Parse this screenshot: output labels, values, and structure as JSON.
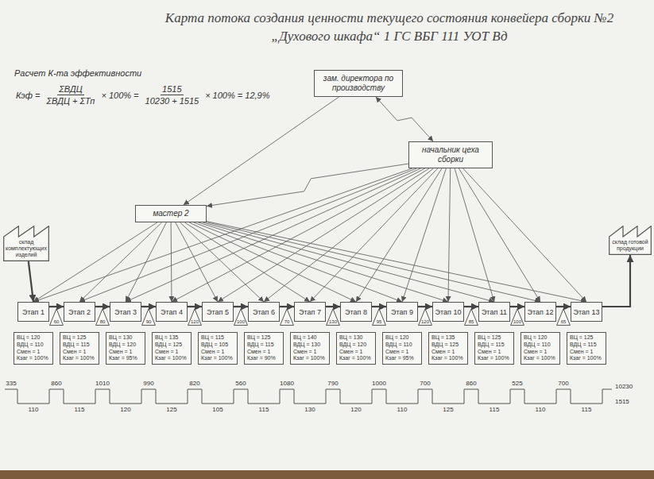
{
  "diagram": {
    "title": "Карта потока создания ценности текущего состояния конвейера сборки №2 „Духового шкафа“ 1 ГС ВБГ 111 УОТ Вд",
    "nodes": [
      {
        "text": [
          "зам. директора по производству"
        ]
      },
      {
        "text": [
          "начальник цеха сборки"
        ]
      },
      {
        "text": [
          "мастер 2"
        ]
      },
      {
        "text": [
          "склад комплектующих изделий"
        ]
      },
      {
        "text": [
          "склад готовой продукции"
        ]
      },
      {
        "text": [
          "Этап 1"
        ]
      },
      {
        "text": [
          "Этап 2"
        ]
      },
      {
        "text": [
          "Этап 3"
        ]
      },
      {
        "text": [
          "Этап 4"
        ]
      },
      {
        "text": [
          "Этап 5"
        ]
      },
      {
        "text": [
          "Этап 6"
        ]
      },
      {
        "text": [
          "Этап 7"
        ]
      },
      {
        "text": [
          "Этап 8"
        ]
      },
      {
        "text": [
          "Этап 9"
        ]
      },
      {
        "text": [
          "Этап 10"
        ]
      },
      {
        "text": [
          "Этап 11"
        ]
      },
      {
        "text": [
          "Этап 12"
        ]
      },
      {
        "text": [
          "Этап 13"
        ]
      },
      {
        "text": [
          "60"
        ]
      },
      {
        "text": [
          "80"
        ]
      },
      {
        "text": [
          "90"
        ]
      },
      {
        "text": [
          "120"
        ]
      },
      {
        "text": [
          "100"
        ]
      },
      {
        "text": [
          "70"
        ]
      },
      {
        "text": [
          "130"
        ]
      },
      {
        "text": [
          "95"
        ]
      },
      {
        "text": [
          "120"
        ]
      },
      {
        "text": [
          "85"
        ]
      },
      {
        "text": [
          "100"
        ]
      },
      {
        "text": [
          "65"
        ]
      },
      {
        "text": [
          "ВЦ = 120",
          "ВДЦ = 110",
          "Смен = 1",
          "Кзаг = 100%"
        ]
      },
      {
        "text": [
          "ВЦ = 125",
          "ВДЦ = 115",
          "Смен = 1",
          "Кзаг = 100%"
        ]
      },
      {
        "text": [
          "ВЦ = 130",
          "ВДЦ = 120",
          "Смен = 1",
          "Кзаг = 95%"
        ]
      },
      {
        "text": [
          "ВЦ = 135",
          "ВДЦ = 125",
          "Смен = 1",
          "Кзаг = 100%"
        ]
      },
      {
        "text": [
          "ВЦ = 115",
          "ВДЦ = 105",
          "Смен = 1",
          "Кзаг = 100%"
        ]
      },
      {
        "text": [
          "ВЦ = 125",
          "ВДЦ = 115",
          "Смен = 1",
          "Кзаг = 90%"
        ]
      },
      {
        "text": [
          "ВЦ = 140",
          "ВДЦ = 130",
          "Смен = 1",
          "Кзаг = 100%"
        ]
      },
      {
        "text": [
          "ВЦ = 130",
          "ВДЦ = 120",
          "Смен = 1",
          "Кзаг = 100%"
        ]
      },
      {
        "text": [
          "ВЦ = 120",
          "ВДЦ = 110",
          "Смен = 1",
          "Кзаг = 95%"
        ]
      },
      {
        "text": [
          "ВЦ = 135",
          "ВДЦ = 125",
          "Смен = 1",
          "Кзаг = 100%"
        ]
      },
      {
        "text": [
          "ВЦ = 125",
          "ВДЦ = 115",
          "Смен = 1",
          "Кзаг = 100%"
        ]
      },
      {
        "text": [
          "ВЦ = 120",
          "ВДЦ = 110",
          "Смен = 1",
          "Кзаг = 100%"
        ]
      },
      {
        "text": [
          "ВЦ = 125",
          "ВДЦ = 115",
          "Смен = 1",
          "Кзаг = 100%"
        ]
      }
    ],
    "edges": [
      {
        "from": 0,
        "to": 1,
        "arrow": "both"
      },
      {
        "from": 0,
        "to": 2,
        "arrow": "to"
      },
      {
        "from": 1,
        "to": 2,
        "arrow": "to"
      },
      {
        "from": 1,
        "to": 5,
        "arrow": "to"
      },
      {
        "from": 1,
        "to": 6,
        "arrow": "to"
      },
      {
        "from": 1,
        "to": 7,
        "arrow": "to"
      },
      {
        "from": 1,
        "to": 8,
        "arrow": "to"
      },
      {
        "from": 1,
        "to": 9,
        "arrow": "to"
      },
      {
        "from": 1,
        "to": 10,
        "arrow": "to"
      },
      {
        "from": 1,
        "to": 11,
        "arrow": "to"
      },
      {
        "from": 1,
        "to": 12,
        "arrow": "to"
      },
      {
        "from": 1,
        "to": 13,
        "arrow": "to"
      },
      {
        "from": 1,
        "to": 14,
        "arrow": "to"
      },
      {
        "from": 1,
        "to": 15,
        "arrow": "to"
      },
      {
        "from": 1,
        "to": 16,
        "arrow": "to"
      },
      {
        "from": 1,
        "to": 17,
        "arrow": "to"
      },
      {
        "from": 2,
        "to": 5,
        "arrow": "to"
      },
      {
        "from": 2,
        "to": 6,
        "arrow": "to"
      },
      {
        "from": 2,
        "to": 7,
        "arrow": "to"
      },
      {
        "from": 2,
        "to": 8,
        "arrow": "to"
      },
      {
        "from": 2,
        "to": 9,
        "arrow": "to"
      },
      {
        "from": 2,
        "to": 10,
        "arrow": "to"
      },
      {
        "from": 2,
        "to": 11,
        "arrow": "to"
      },
      {
        "from": 2,
        "to": 12,
        "arrow": "to"
      },
      {
        "from": 2,
        "to": 13,
        "arrow": "to"
      },
      {
        "from": 2,
        "to": 14,
        "arrow": "to"
      },
      {
        "from": 2,
        "to": 15,
        "arrow": "to"
      },
      {
        "from": 2,
        "to": 16,
        "arrow": "to"
      },
      {
        "from": 2,
        "to": 17,
        "arrow": "to"
      },
      {
        "from": 3,
        "to": 5,
        "arrow": "to"
      },
      {
        "from": 5,
        "to": 6,
        "arrow": "to"
      },
      {
        "from": 6,
        "to": 7,
        "arrow": "to"
      },
      {
        "from": 7,
        "to": 8,
        "arrow": "to"
      },
      {
        "from": 8,
        "to": 9,
        "arrow": "to"
      },
      {
        "from": 9,
        "to": 10,
        "arrow": "to"
      },
      {
        "from": 10,
        "to": 11,
        "arrow": "to"
      },
      {
        "from": 11,
        "to": 12,
        "arrow": "to"
      },
      {
        "from": 12,
        "to": 13,
        "arrow": "to"
      },
      {
        "from": 13,
        "to": 14,
        "arrow": "to"
      },
      {
        "from": 14,
        "to": 15,
        "arrow": "to"
      },
      {
        "from": 15,
        "to": 16,
        "arrow": "to"
      },
      {
        "from": 16,
        "to": 17,
        "arrow": "to"
      },
      {
        "from": 17,
        "to": 4,
        "arrow": "to"
      }
    ],
    "labels": [
      "Расчет К-та эффективности",
      "Кэф =",
      "ΣВДЦ",
      "ΣВДЦ + ΣТп",
      "× 100% =",
      "1515",
      "10230 + 1515",
      "× 100% = 12,9%",
      "335",
      "860",
      "1010",
      "990",
      "820",
      "560",
      "1080",
      "790",
      "1000",
      "700",
      "860",
      "525",
      "700",
      "110",
      "115",
      "120",
      "125",
      "105",
      "115",
      "130",
      "120",
      "110",
      "125",
      "115",
      "110",
      "115",
      "10230",
      "1515"
    ]
  }
}
